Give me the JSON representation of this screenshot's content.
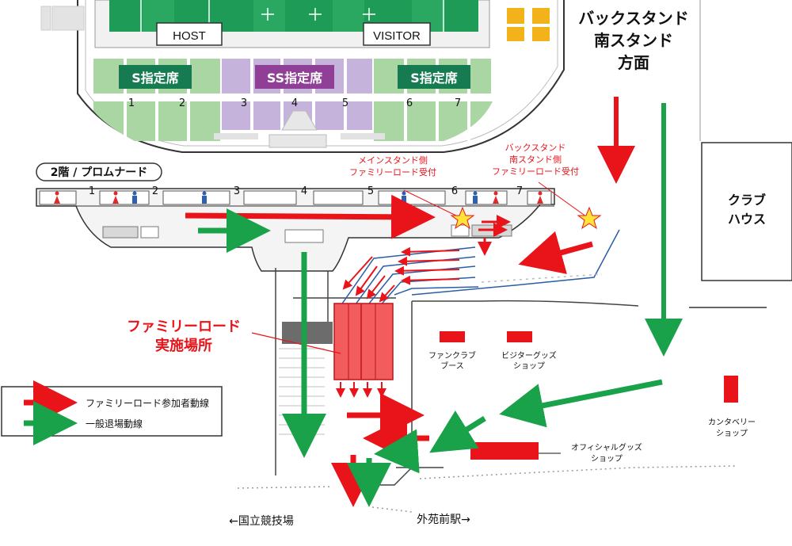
{
  "field": {
    "host_label": "HOST",
    "visitor_label": "VISITOR"
  },
  "stand_direction": {
    "line1": "バックスタンド",
    "line2": "南スタンド",
    "line3": "方面"
  },
  "seating": {
    "s_left": "S指定席",
    "ss_center": "SS指定席",
    "s_right": "S指定席",
    "block_numbers": [
      "1",
      "2",
      "3",
      "4",
      "5",
      "6",
      "7"
    ]
  },
  "promenade": {
    "label": "2階 / プロムナード",
    "gate_numbers": [
      "1",
      "2",
      "3",
      "4",
      "5",
      "6",
      "7"
    ]
  },
  "reception": {
    "main_stand": [
      "メインスタンド側",
      "ファミリーロード受付"
    ],
    "back_stand": [
      "バックスタンド",
      "南スタンド側",
      "ファミリーロード受付"
    ]
  },
  "club_house": [
    "クラブ",
    "ハウス"
  ],
  "family_road_area": [
    "ファミリーロード",
    "実施場所"
  ],
  "booths": {
    "fanclub": [
      "ファンクラブ",
      "ブース"
    ],
    "visitor_goods": [
      "ビジターグッズ",
      "ショップ"
    ],
    "official_goods": [
      "オフィシャルグッズ",
      "ショップ"
    ],
    "canterbury": [
      "カンタベリー",
      "ショップ"
    ]
  },
  "legend": {
    "participant_route": "ファミリーロード参加者動線",
    "general_exit_route": "一般退場動線"
  },
  "directions": {
    "left": "←国立競技場",
    "right": "外苑前駅→"
  },
  "colors": {
    "red": "#e8141a",
    "green": "#19a24a",
    "field_green": "#1e9b57",
    "seat_green": "#a9d6a3",
    "seat_purple": "#c6b3dc",
    "label_green": "#177b52",
    "label_purple": "#8f3f96",
    "route_blue": "#2a5ea8",
    "yellow_star": "#ffe23a",
    "area_red": "#f25c5c",
    "toilet_female": "#e02a2a",
    "toilet_male": "#2e5fb0",
    "gold": "#f2b21a"
  }
}
